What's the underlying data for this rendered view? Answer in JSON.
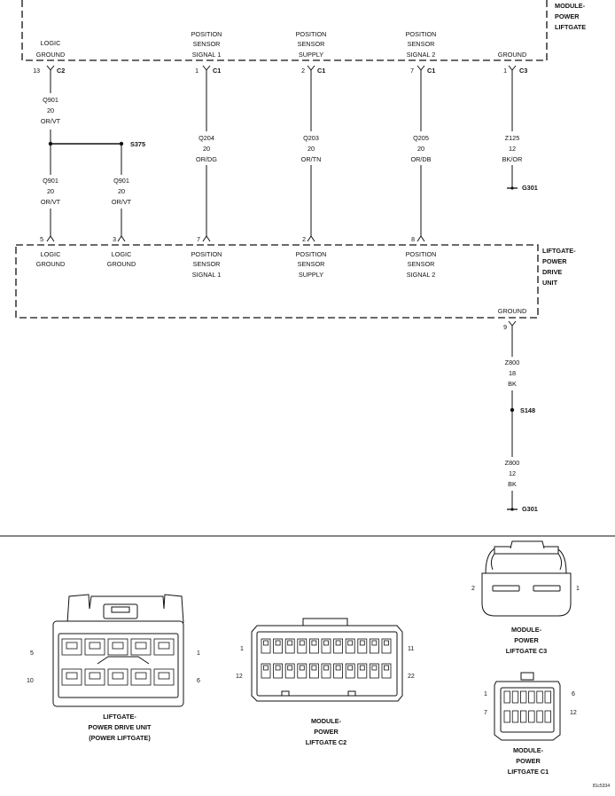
{
  "modules": {
    "mpl_title": [
      "MODULE-",
      "POWER",
      "LIFTGATE"
    ],
    "pdu_title": [
      "LIFTGATE-",
      "POWER",
      "DRIVE",
      "UNIT"
    ]
  },
  "mpl_pins": [
    {
      "label": [
        "LOGIC",
        "GROUND"
      ],
      "pin": "13",
      "conn": "C2"
    },
    {
      "label": [
        "POSITION",
        "SENSOR",
        "SIGNAL 1"
      ],
      "pin": "1",
      "conn": "C1"
    },
    {
      "label": [
        "POSITION",
        "SENSOR",
        "SUPPLY"
      ],
      "pin": "2",
      "conn": "C1"
    },
    {
      "label": [
        "POSITION",
        "SENSOR",
        "SIGNAL 2"
      ],
      "pin": "7",
      "conn": "C1"
    },
    {
      "label": [
        "GROUND"
      ],
      "pin": "1",
      "conn": "C3"
    }
  ],
  "pdu_pins": [
    {
      "label": [
        "LOGIC",
        "GROUND"
      ],
      "pin": "5"
    },
    {
      "label": [
        "LOGIC",
        "GROUND"
      ],
      "pin": "3"
    },
    {
      "label": [
        "POSITION",
        "SENSOR",
        "SIGNAL 1"
      ],
      "pin": "7"
    },
    {
      "label": [
        "POSITION",
        "SENSOR",
        "SUPPLY"
      ],
      "pin": "2"
    },
    {
      "label": [
        "POSITION",
        "SENSOR",
        "SIGNAL 2"
      ],
      "pin": "8"
    }
  ],
  "pdu_ground": {
    "label": "GROUND",
    "pin": "9"
  },
  "wires": {
    "q901_top": [
      "Q901",
      "20",
      "OR/VT"
    ],
    "q901_left": [
      "Q901",
      "20",
      "OR/VT"
    ],
    "q901_right": [
      "Q901",
      "20",
      "OR/VT"
    ],
    "q204": [
      "Q204",
      "20",
      "OR/DG"
    ],
    "q203": [
      "Q203",
      "20",
      "OR/TN"
    ],
    "q205": [
      "Q205",
      "20",
      "OR/DB"
    ],
    "z125": [
      "Z125",
      "12",
      "BK/OR"
    ],
    "z800_top": [
      "Z800",
      "18",
      "BK"
    ],
    "z800_bottom": [
      "Z800",
      "12",
      "BK"
    ]
  },
  "splices": {
    "s375": "S375",
    "s148": "S148"
  },
  "grounds": {
    "g301_a": "G301",
    "g301_b": "G301"
  },
  "connectors": {
    "pdu": {
      "caption": [
        "LIFTGATE-",
        "POWER DRIVE UNIT",
        "(POWER LIFTGATE)"
      ],
      "pins": [
        "5",
        "1",
        "10",
        "6"
      ]
    },
    "c2": {
      "caption": [
        "MODULE-",
        "POWER",
        "LIFTGATE C2"
      ],
      "pins": [
        "1",
        "11",
        "12",
        "22"
      ]
    },
    "c3": {
      "caption": [
        "MODULE-",
        "POWER",
        "LIFTGATE C3"
      ],
      "pins": [
        "2",
        "1"
      ]
    },
    "c1": {
      "caption": [
        "MODULE-",
        "POWER",
        "LIFTGATE C1"
      ],
      "pins": [
        "1",
        "6",
        "7",
        "12"
      ]
    }
  },
  "figure_code": "81c5334"
}
